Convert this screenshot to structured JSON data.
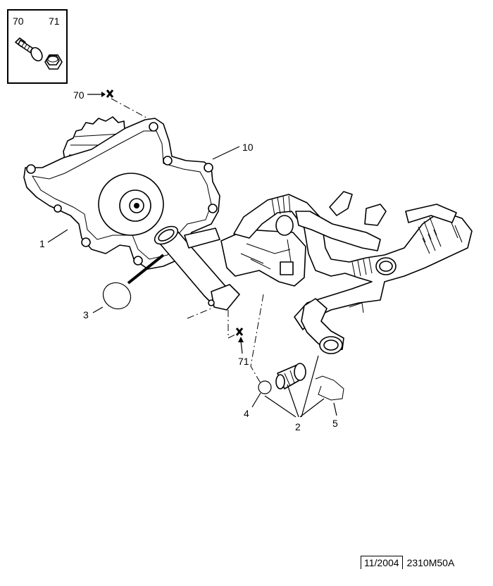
{
  "inset_box": {
    "labels": [
      "70",
      "71"
    ]
  },
  "callouts": {
    "c70": "70",
    "c10": "10",
    "c1": "1",
    "c3": "3",
    "c71": "71",
    "c4": "4",
    "c2": "2",
    "c5": "5"
  },
  "footer": {
    "date": "11/2004",
    "reference": "2310M50A"
  }
}
